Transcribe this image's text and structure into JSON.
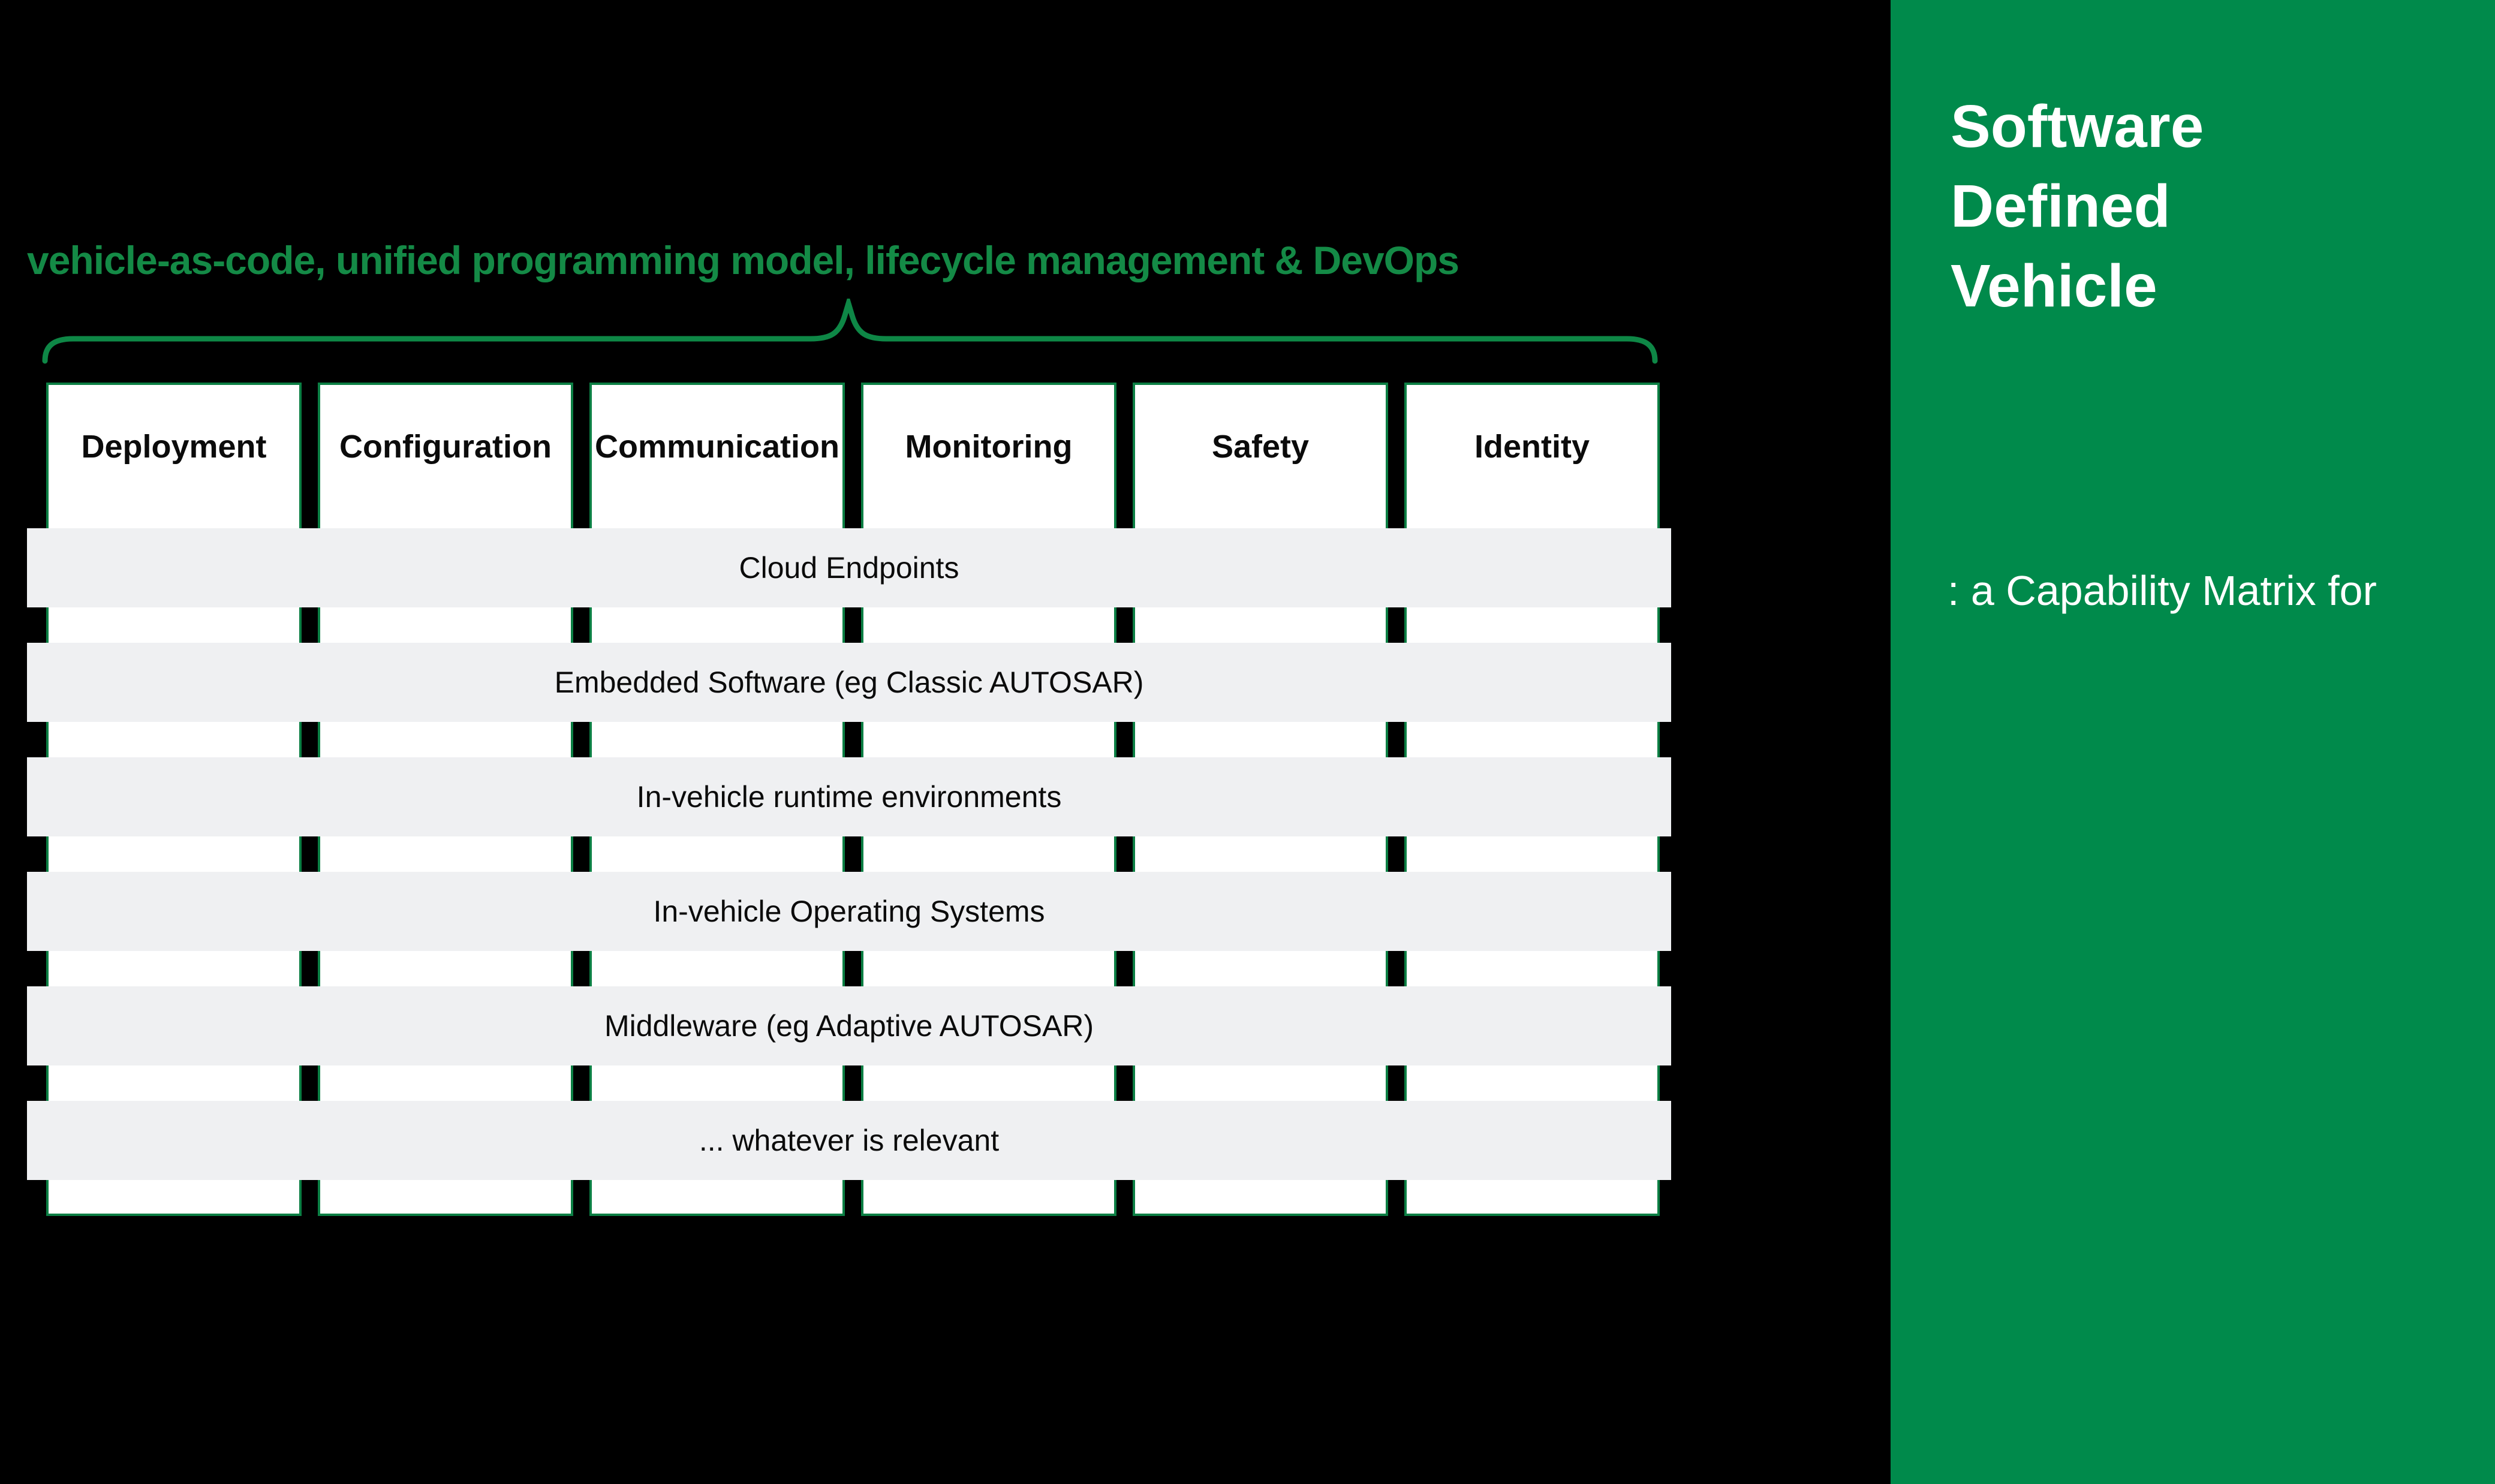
{
  "heading": {
    "text": "vehicle-as-code, unified programming model, lifecycle management & DevOps"
  },
  "matrix": {
    "columns": [
      "Deployment",
      "Configuration",
      "Communication",
      "Monitoring",
      "Safety",
      "Identity"
    ],
    "rows": [
      "Cloud Endpoints",
      "Embedded Software (eg Classic AUTOSAR)",
      "In-vehicle runtime environments",
      "In-vehicle Operating Systems",
      "Middleware (eg Adaptive AUTOSAR)",
      "... whatever is relevant"
    ]
  },
  "panel": {
    "title_lines": [
      "Software",
      "Defined",
      "Vehicle"
    ],
    "subtitle": ": a Capability Matrix for"
  },
  "colors": {
    "background": "#000000",
    "panel_green": "#008A4B",
    "accent_green": "#148A46",
    "border_green": "#0C7F44",
    "brace_green": "#0E8746",
    "row_gray": "#EFF0F2",
    "text_black": "#0B0B0B",
    "text_white": "#FFFFFF"
  }
}
